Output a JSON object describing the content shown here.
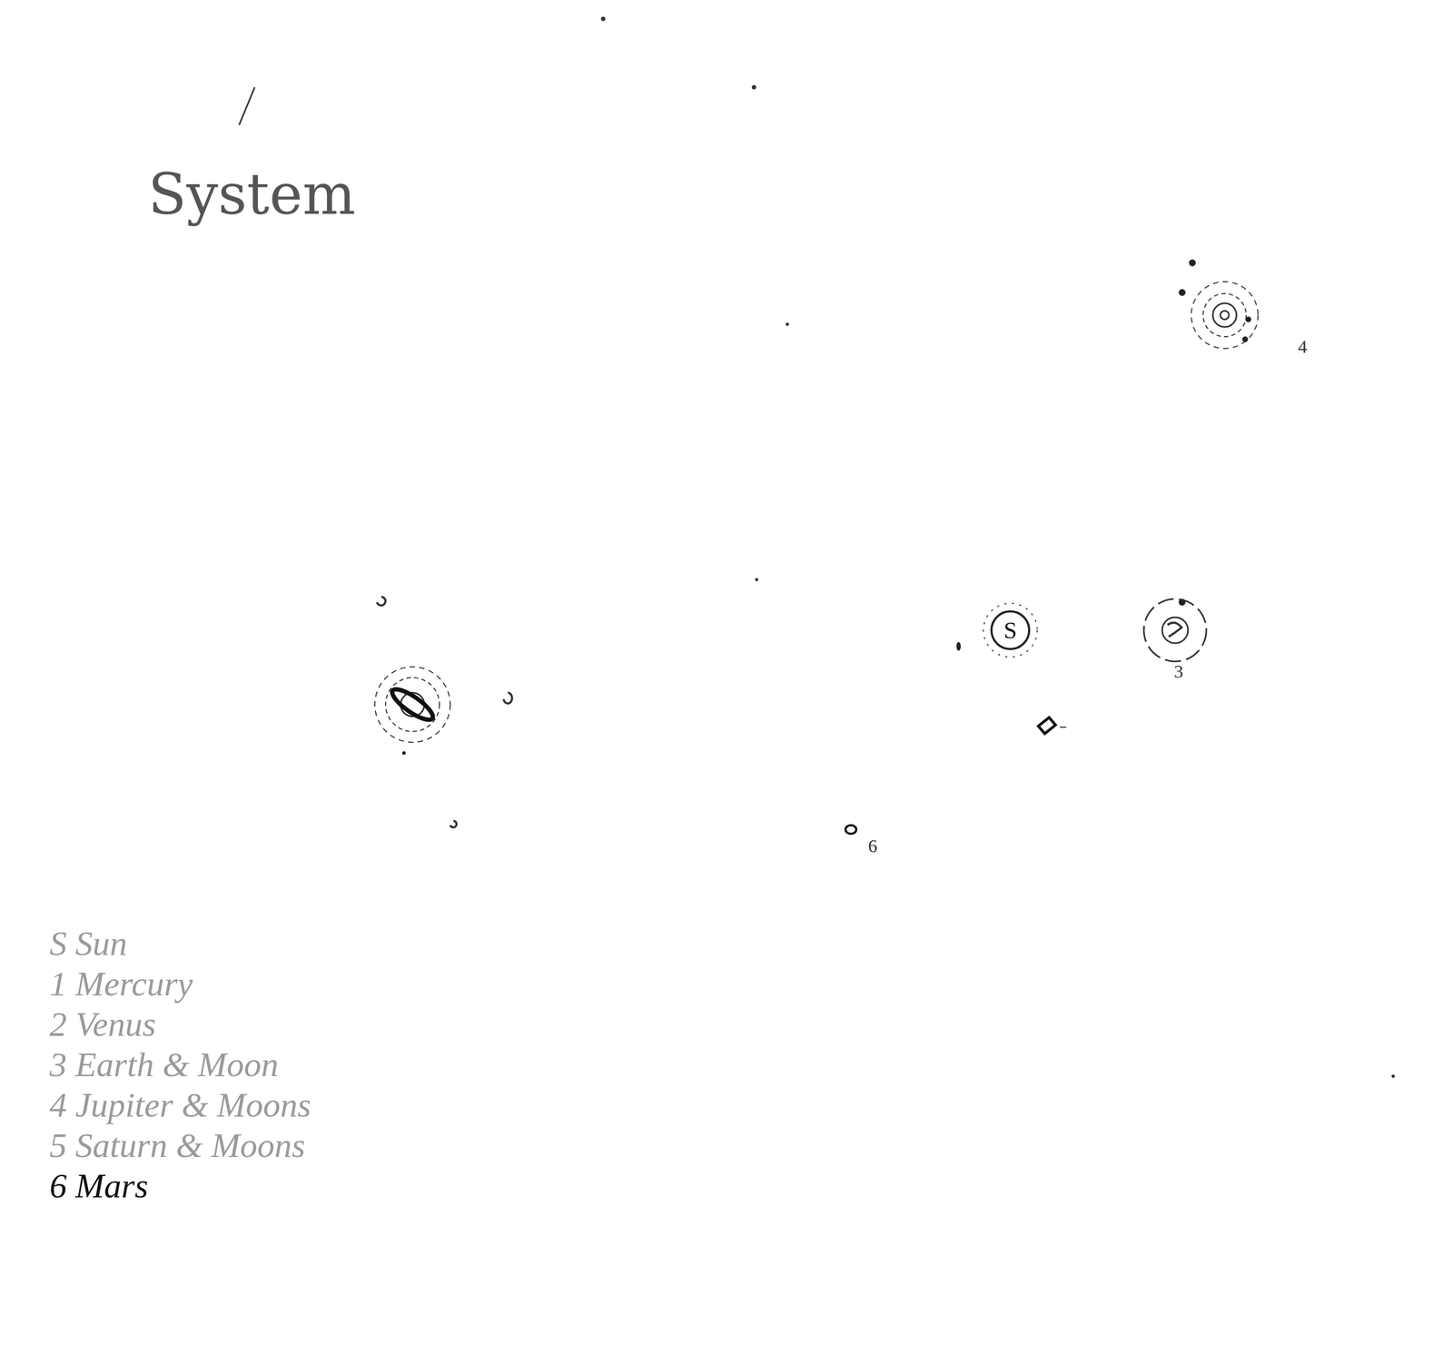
{
  "diagram": {
    "title": "System",
    "nodes": [
      {
        "text": [
          "S"
        ]
      }
    ],
    "labels": [
      "4",
      "3",
      "6",
      "S Sun",
      "1 Mercury",
      "2 Venus",
      "3 Earth & Moon",
      "4 Jupiter & Moons",
      "5 Saturn & Moons",
      "6 Mars"
    ]
  }
}
